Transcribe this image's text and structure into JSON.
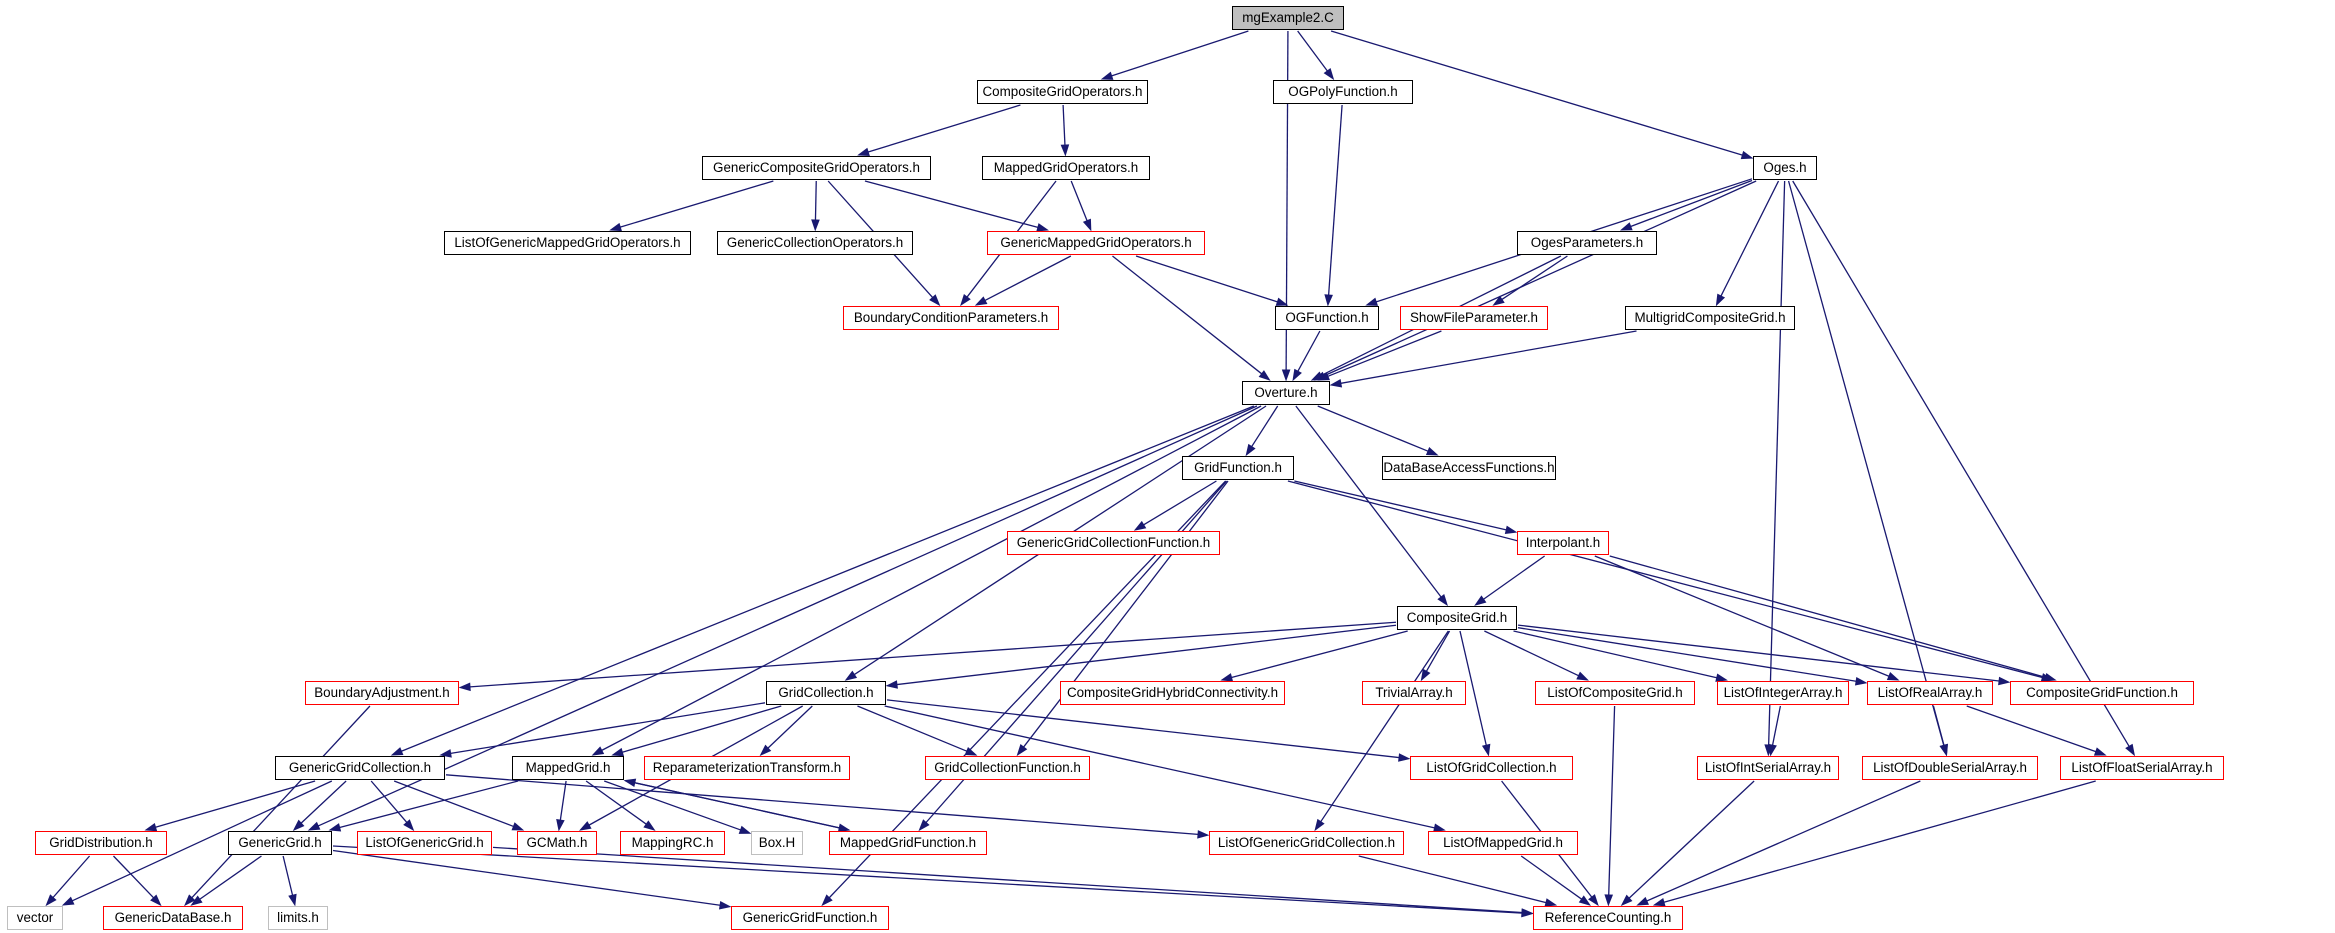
{
  "graph": {
    "edge_color": "#191970",
    "colors": {
      "black": "#000000",
      "red": "#ff0000",
      "gray": "#bfbfbf",
      "root_fill": "#bfbfbf"
    },
    "nodes": {
      "mg": {
        "label": "mgExample2.C",
        "style": "root"
      },
      "cgo": {
        "label": "CompositeGridOperators.h",
        "style": "black"
      },
      "ogpf": {
        "label": "OGPolyFunction.h",
        "style": "black"
      },
      "oges": {
        "label": "Oges.h",
        "style": "black"
      },
      "gcgo": {
        "label": "GenericCompositeGridOperators.h",
        "style": "black"
      },
      "mgo": {
        "label": "MappedGridOperators.h",
        "style": "black"
      },
      "logmgo": {
        "label": "ListOfGenericMappedGridOperators.h",
        "style": "black"
      },
      "gco": {
        "label": "GenericCollectionOperators.h",
        "style": "black"
      },
      "gmgo": {
        "label": "GenericMappedGridOperators.h",
        "style": "red"
      },
      "ogp": {
        "label": "OgesParameters.h",
        "style": "black"
      },
      "bcp": {
        "label": "BoundaryConditionParameters.h",
        "style": "red"
      },
      "ogf": {
        "label": "OGFunction.h",
        "style": "black"
      },
      "sfp": {
        "label": "ShowFileParameter.h",
        "style": "red"
      },
      "mgcg": {
        "label": "MultigridCompositeGrid.h",
        "style": "black"
      },
      "ov": {
        "label": "Overture.h",
        "style": "black"
      },
      "gf": {
        "label": "GridFunction.h",
        "style": "black"
      },
      "dbaf": {
        "label": "DataBaseAccessFunctions.h",
        "style": "black"
      },
      "ggcf": {
        "label": "GenericGridCollectionFunction.h",
        "style": "red"
      },
      "interp": {
        "label": "Interpolant.h",
        "style": "red"
      },
      "cg": {
        "label": "CompositeGrid.h",
        "style": "black"
      },
      "ba": {
        "label": "BoundaryAdjustment.h",
        "style": "red"
      },
      "gc": {
        "label": "GridCollection.h",
        "style": "black"
      },
      "cghc": {
        "label": "CompositeGridHybridConnectivity.h",
        "style": "red"
      },
      "ta": {
        "label": "TrivialArray.h",
        "style": "red"
      },
      "locg": {
        "label": "ListOfCompositeGrid.h",
        "style": "red"
      },
      "loia": {
        "label": "ListOfIntegerArray.h",
        "style": "red"
      },
      "lora": {
        "label": "ListOfRealArray.h",
        "style": "red"
      },
      "cgf": {
        "label": "CompositeGridFunction.h",
        "style": "red"
      },
      "ggc": {
        "label": "GenericGridCollection.h",
        "style": "black"
      },
      "mgrid": {
        "label": "MappedGrid.h",
        "style": "black"
      },
      "rpt": {
        "label": "ReparameterizationTransform.h",
        "style": "red"
      },
      "gcf": {
        "label": "GridCollectionFunction.h",
        "style": "red"
      },
      "logc": {
        "label": "ListOfGridCollection.h",
        "style": "red"
      },
      "loisa": {
        "label": "ListOfIntSerialArray.h",
        "style": "red"
      },
      "lodsa": {
        "label": "ListOfDoubleSerialArray.h",
        "style": "red"
      },
      "lofsa": {
        "label": "ListOfFloatSerialArray.h",
        "style": "red"
      },
      "gd": {
        "label": "GridDistribution.h",
        "style": "red"
      },
      "gg": {
        "label": "GenericGrid.h",
        "style": "black"
      },
      "logg": {
        "label": "ListOfGenericGrid.h",
        "style": "red"
      },
      "gcm": {
        "label": "GCMath.h",
        "style": "red"
      },
      "mrc": {
        "label": "MappingRC.h",
        "style": "red"
      },
      "box": {
        "label": "Box.H",
        "style": "gray"
      },
      "mgf": {
        "label": "MappedGridFunction.h",
        "style": "red"
      },
      "loggc": {
        "label": "ListOfGenericGridCollection.h",
        "style": "red"
      },
      "lomg": {
        "label": "ListOfMappedGrid.h",
        "style": "red"
      },
      "vec": {
        "label": "vector",
        "style": "gray"
      },
      "gdb": {
        "label": "GenericDataBase.h",
        "style": "red"
      },
      "lim": {
        "label": "limits.h",
        "style": "gray"
      },
      "ggf": {
        "label": "GenericGridFunction.h",
        "style": "red"
      },
      "rc": {
        "label": "ReferenceCounting.h",
        "style": "red"
      }
    },
    "edges": [
      [
        "mg",
        "cgo"
      ],
      [
        "mg",
        "ogpf"
      ],
      [
        "mg",
        "oges"
      ],
      [
        "mg",
        "ov"
      ],
      [
        "cgo",
        "gcgo"
      ],
      [
        "cgo",
        "mgo"
      ],
      [
        "ogpf",
        "ogf"
      ],
      [
        "oges",
        "ogp"
      ],
      [
        "oges",
        "ogf"
      ],
      [
        "oges",
        "mgcg"
      ],
      [
        "oges",
        "ov"
      ],
      [
        "oges",
        "loisa"
      ],
      [
        "oges",
        "lodsa"
      ],
      [
        "oges",
        "lofsa"
      ],
      [
        "gcgo",
        "logmgo"
      ],
      [
        "gcgo",
        "gco"
      ],
      [
        "gcgo",
        "gmgo"
      ],
      [
        "gcgo",
        "bcp"
      ],
      [
        "mgo",
        "gmgo"
      ],
      [
        "mgo",
        "bcp"
      ],
      [
        "gmgo",
        "bcp"
      ],
      [
        "gmgo",
        "ogf"
      ],
      [
        "gmgo",
        "ov"
      ],
      [
        "ogp",
        "sfp"
      ],
      [
        "ogp",
        "ov"
      ],
      [
        "ogf",
        "ov"
      ],
      [
        "sfp",
        "ov"
      ],
      [
        "mgcg",
        "ov"
      ],
      [
        "ov",
        "gf"
      ],
      [
        "ov",
        "dbaf"
      ],
      [
        "ov",
        "cg"
      ],
      [
        "ov",
        "gc"
      ],
      [
        "ov",
        "ggc"
      ],
      [
        "ov",
        "mgrid"
      ],
      [
        "ov",
        "gg"
      ],
      [
        "gf",
        "ggcf"
      ],
      [
        "gf",
        "interp"
      ],
      [
        "gf",
        "cgf"
      ],
      [
        "gf",
        "gcf"
      ],
      [
        "gf",
        "mgf"
      ],
      [
        "gf",
        "ggf"
      ],
      [
        "interp",
        "cg"
      ],
      [
        "interp",
        "cgf"
      ],
      [
        "interp",
        "lora"
      ],
      [
        "cg",
        "ba"
      ],
      [
        "cg",
        "gc"
      ],
      [
        "cg",
        "cghc"
      ],
      [
        "cg",
        "ta"
      ],
      [
        "cg",
        "locg"
      ],
      [
        "cg",
        "loia"
      ],
      [
        "cg",
        "lora"
      ],
      [
        "cg",
        "cgf"
      ],
      [
        "cg",
        "logc"
      ],
      [
        "cg",
        "loggc"
      ],
      [
        "ba",
        "gdb"
      ],
      [
        "gc",
        "ggc"
      ],
      [
        "gc",
        "mgrid"
      ],
      [
        "gc",
        "rpt"
      ],
      [
        "gc",
        "gcf"
      ],
      [
        "gc",
        "logc"
      ],
      [
        "gc",
        "gcm"
      ],
      [
        "gc",
        "lomg"
      ],
      [
        "locg",
        "rc"
      ],
      [
        "loia",
        "loisa"
      ],
      [
        "lora",
        "lodsa"
      ],
      [
        "lora",
        "lofsa"
      ],
      [
        "logc",
        "rc"
      ],
      [
        "loisa",
        "rc"
      ],
      [
        "lodsa",
        "rc"
      ],
      [
        "lofsa",
        "rc"
      ],
      [
        "ggc",
        "gd"
      ],
      [
        "ggc",
        "gg"
      ],
      [
        "ggc",
        "logg"
      ],
      [
        "ggc",
        "gcm"
      ],
      [
        "ggc",
        "vec"
      ],
      [
        "ggc",
        "loggc"
      ],
      [
        "mgrid",
        "gg"
      ],
      [
        "mgrid",
        "gcm"
      ],
      [
        "mgrid",
        "mrc"
      ],
      [
        "mgrid",
        "box"
      ],
      [
        "mgrid",
        "mgf"
      ],
      [
        "mgf",
        "mgrid"
      ],
      [
        "gd",
        "vec"
      ],
      [
        "gd",
        "gdb"
      ],
      [
        "gg",
        "gdb"
      ],
      [
        "gg",
        "lim"
      ],
      [
        "gg",
        "ggf"
      ],
      [
        "gg",
        "rc"
      ],
      [
        "logg",
        "rc"
      ],
      [
        "loggc",
        "rc"
      ],
      [
        "lomg",
        "rc"
      ]
    ]
  }
}
